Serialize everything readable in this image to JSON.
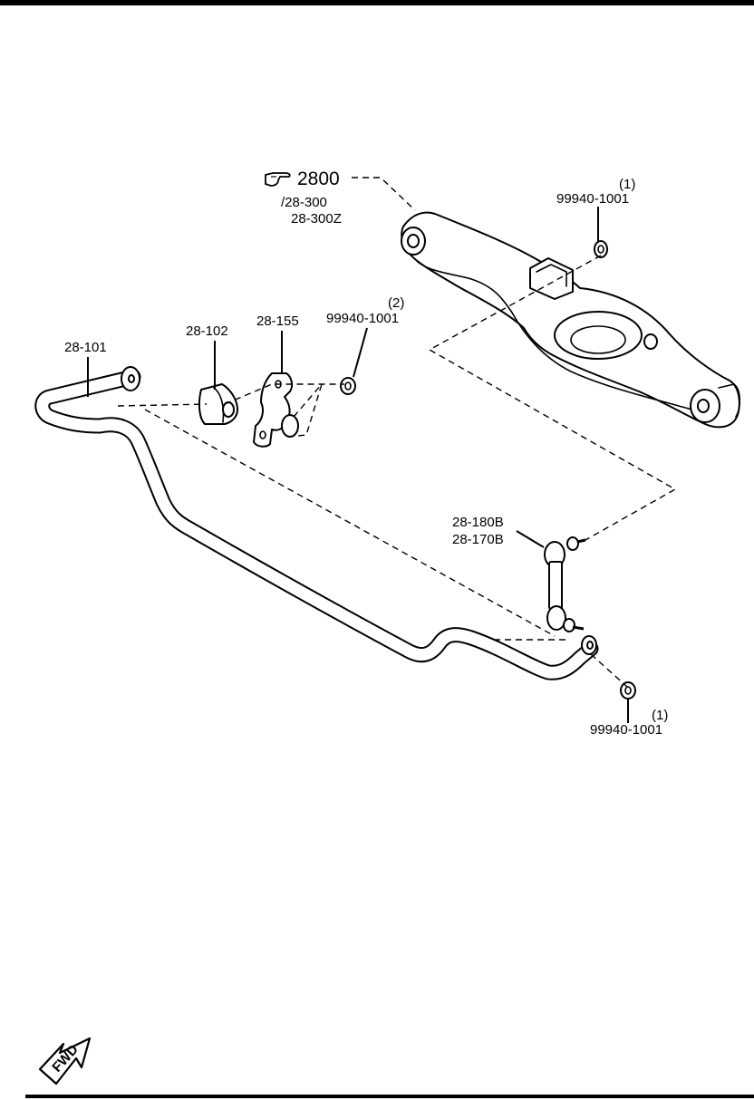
{
  "diagram": {
    "labels": {
      "ref_main": "2800",
      "ref_sub_1": "/28-300",
      "ref_sub_2": "28-300Z",
      "nut_top_qty": "(1)",
      "nut_top_part": "99940-1001",
      "stabilizer_bar": "28-101",
      "bushing": "28-102",
      "bracket": "28-155",
      "nut_bracket_qty": "(2)",
      "nut_bracket_part": "99940-1001",
      "link_1": "28-180B",
      "link_2": "28-170B",
      "nut_bottom_qty": "(1)",
      "nut_bottom_part": "99940-1001",
      "fwd": "FWD"
    },
    "icons": [
      "pointing-hand-icon",
      "fwd-arrow-icon"
    ]
  }
}
